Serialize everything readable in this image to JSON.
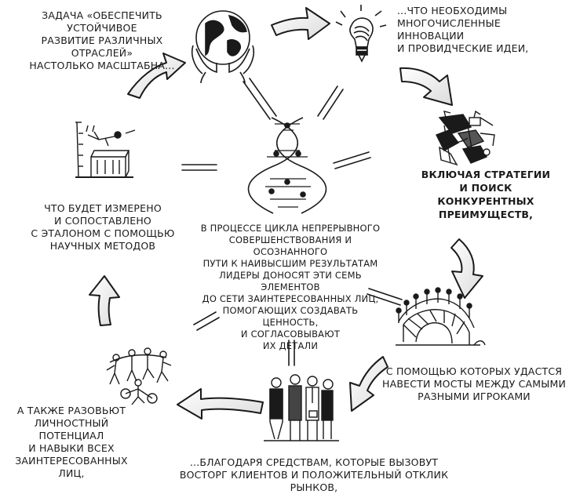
{
  "captions": {
    "top_left": "Задача «обеспечить устойчивое\nразвитие различных отраслей»\nнастолько масштабна...",
    "top_right": "...что необходимы\nмногочисленные инновации\nи провидческие идеи,",
    "right_upper": "Включая стратегии\nи поиск\nконкурентных\nпреимуществ,",
    "right_lower": "с помощью которых удастся\nнавести мосты между самыми\nразными игроками",
    "bottom": "...благодаря средствам, которые вызовут\nвосторг клиентов и положительный отклик рынков,",
    "bottom_left": "а также разовьют\nличностный потенциал\nи навыки всех\nзаинтересованных лиц,",
    "left": "что будет измерено\nи сопоставлено\nс эталоном с помощью\nнаучных методов",
    "center": "В процессе цикла непрерывного\nсовершенствования и осознанного\nпути к наивысшим результатам\nлидеры доносят эти семь элементов\nдо сети заинтересованных лиц,\nпомогающих создавать ценность,\nи согласовывают\nих детали"
  },
  "icons": [
    "globe-in-hands-icon",
    "lightbulb-icon",
    "strategy-pieces-icon",
    "bridge-with-people-icon",
    "business-people-icon",
    "dancing-people-icon",
    "high-jump-measure-icon",
    "dna-helix-icon"
  ],
  "colors": {
    "ink": "#1a1a1a",
    "background": "#ffffff"
  }
}
